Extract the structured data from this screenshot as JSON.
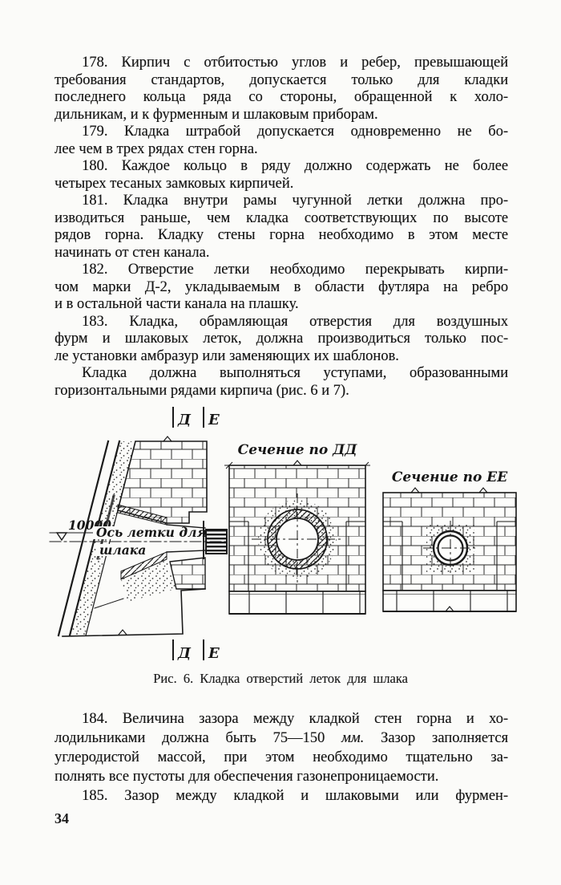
{
  "page": {
    "number": "34",
    "paper_color": "#fbfbf9",
    "ink_color": "#1b1b1b"
  },
  "content": {
    "top_block": {
      "paragraphs": [
        {
          "lines": [
            "178. Кирпич с отбитостью углов и ребер, превышающей",
            "требования стандартов, допускается только для кладки",
            "последнего кольца ряда со стороны, обращенной к холо-",
            "дильникам, и к фурменным и шлаковым приборам."
          ]
        },
        {
          "lines": [
            "179. Кладка штрабой допускается одновременно не бо-",
            "лее чем в трех рядах стен горна."
          ]
        },
        {
          "lines": [
            "180. Каждое кольцо в ряду должно содержать не более",
            "четырех тесаных замковых кирпичей."
          ]
        },
        {
          "lines": [
            "181. Кладка внутри рамы чугунной летки должна про-",
            "изводиться раньше, чем кладка соответствующих по высоте",
            "рядов горна. Кладку стены горна необходимо в этом месте",
            "начинать от стен канала."
          ]
        },
        {
          "lines": [
            "182. Отверстие летки необходимо перекрывать кирпи-",
            "чом марки Д-2, укладываемым в области футляра на ребро",
            "и в остальной части канала на плашку."
          ]
        },
        {
          "lines": [
            "183. Кладка, обрамляющая отверстия для воздушных",
            "фурм и шлаковых леток, должна производиться только пос-",
            "ле установки амбразур или заменяющих их шаблонов."
          ]
        },
        {
          "lines": [
            "Кладка должна выполняться уступами, образованными",
            "горизонтальными рядами кирпича (рис. 6 и 7)."
          ]
        }
      ]
    },
    "figure": {
      "section_mark_d": "Д",
      "section_mark_e": "Е",
      "elevation_value": "10000",
      "axis_label": [
        "Ось летки для",
        "шлака"
      ],
      "section_dd_title": "Сечение по ДД",
      "section_ee_title": "Сечение по ЕЕ",
      "caption": "Рис. 6. Кладка отверстий леток для шлака"
    },
    "bottom_block": {
      "paragraphs": [
        {
          "lines": [
            "184. Величина зазора между кладкой стен горна и хо-",
            [
              {
                "t": "лодильниками должна быть 75—150 "
              },
              {
                "t": "мм.",
                "i": true
              },
              {
                "t": " Зазор заполняется"
              }
            ],
            "углеродистой массой, при этом необходимо тщательно за-",
            "полнять все пустоты для обеспечения газонепроницаемости."
          ]
        },
        {
          "lines": [
            "185. Зазор между кладкой и шлаковыми или фурмен-"
          ],
          "justify_last": true
        }
      ]
    }
  }
}
